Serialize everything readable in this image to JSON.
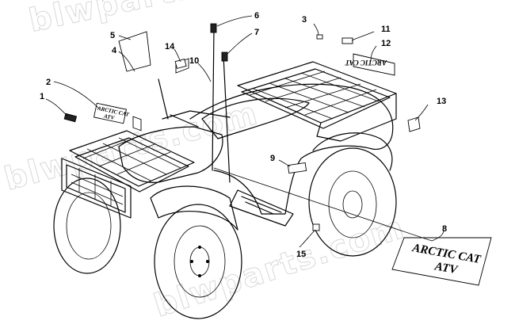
{
  "watermark": {
    "text_top": "blwparts.com",
    "text_mid": "blwparts.com",
    "text_bottom": "blwparts.com"
  },
  "decals": {
    "front_logo": {
      "line1": "ARCTIC CAT",
      "line2": "ATV"
    },
    "side_logo": {
      "line1": "ARCTIC CAT",
      "line2": "ATV"
    },
    "rack_text": "ARCTIC CAT"
  },
  "callouts": [
    {
      "id": "c1",
      "label": "1"
    },
    {
      "id": "c2",
      "label": "2"
    },
    {
      "id": "c3",
      "label": "3"
    },
    {
      "id": "c4",
      "label": "4"
    },
    {
      "id": "c5",
      "label": "5"
    },
    {
      "id": "c6",
      "label": "6"
    },
    {
      "id": "c7",
      "label": "7"
    },
    {
      "id": "c8",
      "label": "8"
    },
    {
      "id": "c9",
      "label": "9"
    },
    {
      "id": "c10",
      "label": "10"
    },
    {
      "id": "c11",
      "label": "11"
    },
    {
      "id": "c12",
      "label": "12"
    },
    {
      "id": "c13",
      "label": "13"
    },
    {
      "id": "c14",
      "label": "14"
    },
    {
      "id": "c15",
      "label": "15"
    }
  ]
}
